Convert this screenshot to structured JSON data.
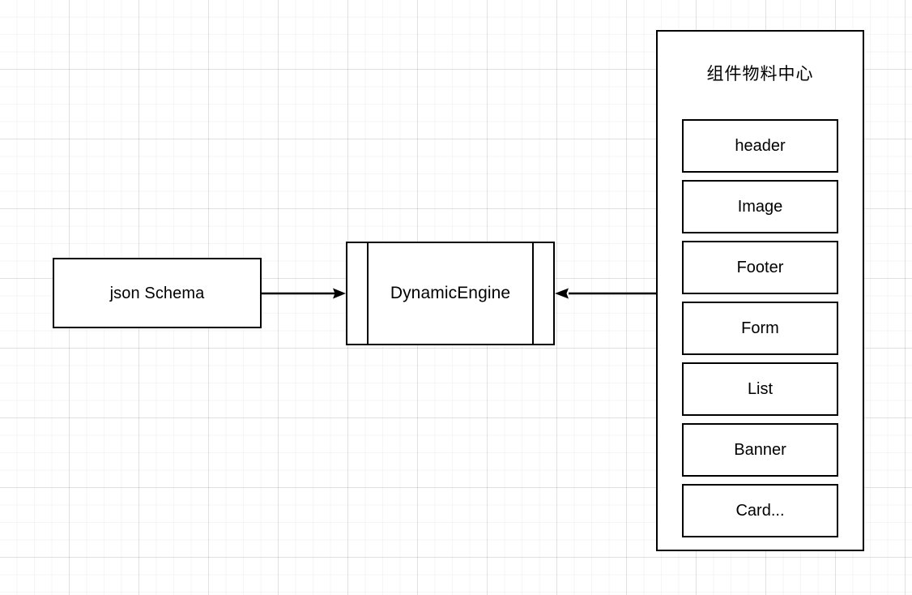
{
  "diagram": {
    "type": "flow-diagram",
    "background": "grid",
    "grid_color": "#ebebeb",
    "stroke_color": "#000000",
    "fill_color": "#ffffff",
    "nodes": {
      "json_schema": {
        "label": "json Schema",
        "shape": "rectangle"
      },
      "dynamic_engine": {
        "label": "DynamicEngine",
        "shape": "subprocess"
      },
      "material_center": {
        "title": "组件物料中心",
        "shape": "container",
        "items": [
          {
            "label": "header"
          },
          {
            "label": "Image"
          },
          {
            "label": "Footer"
          },
          {
            "label": "Form"
          },
          {
            "label": "List"
          },
          {
            "label": "Banner"
          },
          {
            "label": "Card..."
          }
        ]
      }
    },
    "connectors": [
      {
        "name": "json-schema-to-dynamic-engine",
        "from": "json_schema",
        "to": "dynamic_engine",
        "direction": "right",
        "style": "solid-arrow"
      },
      {
        "name": "material-center-to-dynamic-engine",
        "from": "material_center",
        "to": "dynamic_engine",
        "direction": "left",
        "style": "solid-arrow"
      }
    ]
  }
}
